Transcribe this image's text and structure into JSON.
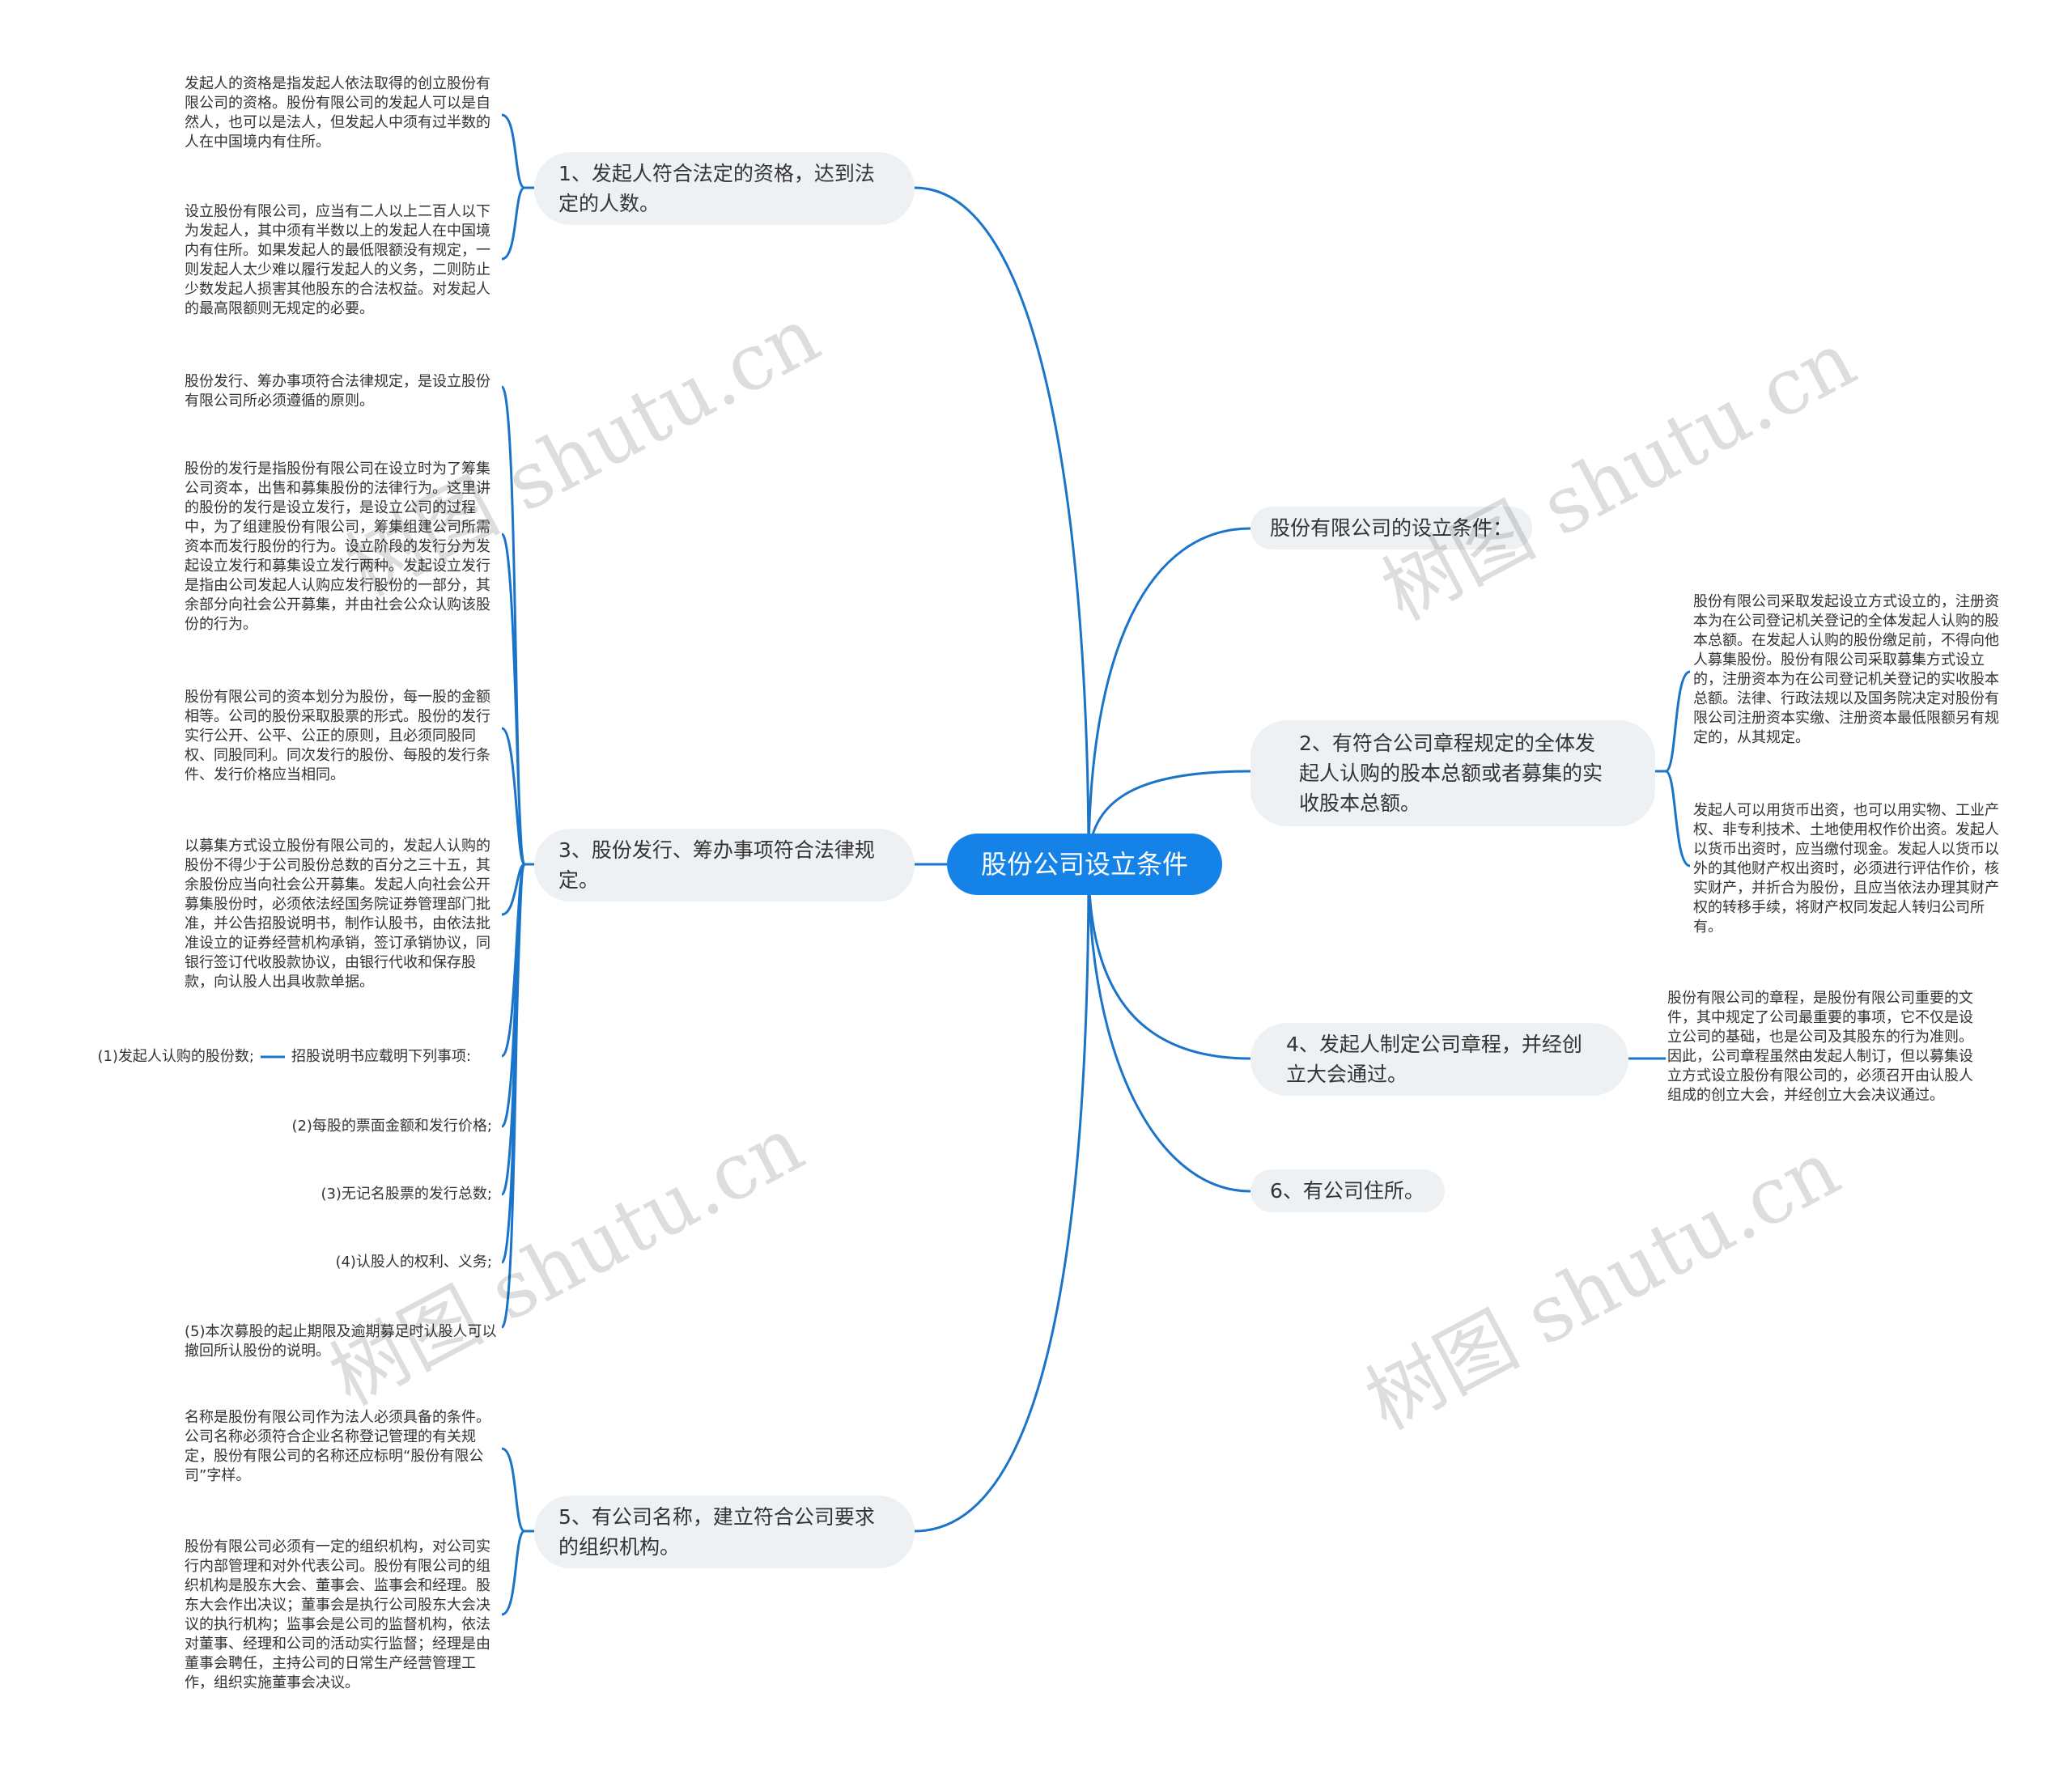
{
  "root": {
    "label": "股份公司设立条件"
  },
  "branches": [
    {
      "id": "b1",
      "label": "1、发起人符合法定的资格，达到法定的人数。",
      "leaves": [
        "发起人的资格是指发起人依法取得的创立股份有限公司的资格。股份有限公司的发起人可以是自然人，也可以是法人，但发起人中须有过半数的人在中国境内有住所。",
        "设立股份有限公司，应当有二人以上二百人以下为发起人，其中须有半数以上的发起人在中国境内有住所。如果发起人的最低限额没有规定，一则发起人太少难以履行发起人的义务，二则防止少数发起人损害其他股东的合法权益。对发起人的最高限额则无规定的必要。"
      ]
    },
    {
      "id": "b3",
      "label": "3、股份发行、筹办事项符合法律规定。",
      "leaves": [
        "股份发行、筹办事项符合法律规定，是设立股份有限公司所必须遵循的原则。",
        "股份的发行是指股份有限公司在设立时为了筹集公司资本，出售和募集股份的法律行为。这里讲的股份的发行是设立发行，是设立公司的过程中，为了组建股份有限公司，筹集组建公司所需资本而发行股份的行为。设立阶段的发行分为发起设立发行和募集设立发行两种。发起设立发行是指由公司发起人认购应发行股份的一部分，其余部分向社会公开募集，并由社会公众认购该股份的行为。",
        "股份有限公司的资本划分为股份，每一股的金额相等。公司的股份采取股票的形式。股份的发行实行公开、公平、公正的原则，且必须同股同权、同股同利。同次发行的股份、每股的发行条件、发行价格应当相同。",
        "以募集方式设立股份有限公司的，发起人认购的股份不得少于公司股份总数的百分之三十五，其余股份应当向社会公开募集。发起人向社会公开募集股份时，必须依法经国务院证券管理部门批准，并公告招股说明书，制作认股书，由依法批准设立的证券经营机构承销，签订承销协议，同银行签订代收股款协议，由银行代收和保存股款，向认股人出具收款单据。",
        "招股说明书应载明下列事项:",
        "(2)每股的票面金额和发行价格;",
        "(3)无记名股票的发行总数;",
        "(4)认股人的权利、义务;",
        "(5)本次募股的起止期限及逾期募足时认股人可以撤回所认股份的说明。"
      ],
      "sub_leaf": "(1)发起人认购的股份数;"
    },
    {
      "id": "b5",
      "label": "5、有公司名称，建立符合公司要求的组织机构。",
      "leaves": [
        "名称是股份有限公司作为法人必须具备的条件。公司名称必须符合企业名称登记管理的有关规定，股份有限公司的名称还应标明“股份有限公司”字样。",
        "股份有限公司必须有一定的组织机构，对公司实行内部管理和对外代表公司。股份有限公司的组织机构是股东大会、董事会、监事会和经理。股东大会作出决议；董事会是执行公司股东大会决议的执行机构；监事会是公司的监督机构，依法对董事、经理和公司的活动实行监督；经理是由董事会聘任，主持公司的日常生产经营管理工作，组织实施董事会决议。"
      ]
    },
    {
      "id": "bA",
      "label": "股份有限公司的设立条件：",
      "leaves": []
    },
    {
      "id": "b2",
      "label": "2、有符合公司章程规定的全体发起人认购的股本总额或者募集的实收股本总额。",
      "leaves": [
        "股份有限公司采取发起设立方式设立的，注册资本为在公司登记机关登记的全体发起人认购的股本总额。在发起人认购的股份缴足前，不得向他人募集股份。股份有限公司采取募集方式设立的，注册资本为在公司登记机关登记的实收股本总额。法律、行政法规以及国务院决定对股份有限公司注册资本实缴、注册资本最低限额另有规定的，从其规定。",
        "发起人可以用货币出资，也可以用实物、工业产权、非专利技术、土地使用权作价出资。发起人以货币出资时，应当缴付现金。发起人以货币以外的其他财产权出资时，必须进行评估作价，核实财产，并折合为股份，且应当依法办理其财产权的转移手续，将财产权同发起人转归公司所有。"
      ]
    },
    {
      "id": "b4",
      "label": "4、发起人制定公司章程，并经创立大会通过。",
      "leaves": [
        "股份有限公司的章程，是股份有限公司重要的文件，其中规定了公司最重要的事项，它不仅是设立公司的基础，也是公司及其股东的行为准则。因此，公司章程虽然由发起人制订，但以募集设立方式设立股份有限公司的，必须召开由认股人组成的创立大会，并经创立大会决议通过。"
      ]
    },
    {
      "id": "b6",
      "label": "6、有公司住所。",
      "leaves": []
    }
  ],
  "watermark": "树图 shutu.cn",
  "colors": {
    "root": "#1482e6",
    "branch_bg": "#eef1f4",
    "line": "#1a74c9",
    "text": "#333333"
  }
}
